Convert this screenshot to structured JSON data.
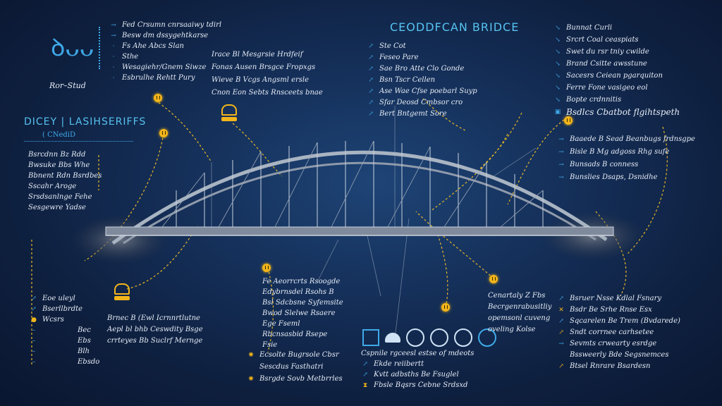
{
  "logo": {
    "glyphs": "ꝺᴗᴗ",
    "subtitle": "Ror–Stud"
  },
  "title": "CEODDFCAN BRIDCE",
  "section_heading": {
    "title": "DICEY | LASIHSERIFFS",
    "tag": "( CNediD"
  },
  "top_left_list": [
    "Fed  Crsumn cnrsaaiwy tdirl",
    "Besw dm dssygehtkarse",
    "Fs Ahe Abcs Slan",
    "Sthe",
    "Wesagiehr/Gnem Siwze",
    "Esbrulhe Rehtt Pury"
  ],
  "upper_mid_list": [
    "Irace Bl   Mesgrsie Hrdfeif",
    "Fonas Ausen  Brsgce Fropxgs",
    "Wieve B   Vcgs Angsml ersle",
    "Cnon Eon Sebts Rnsceets bnae"
  ],
  "top_center_list": [
    "Ste Cot",
    "Feseo  Pare",
    "Sae Bro  Atte Clo Gonde",
    "Bsn  Tscr Cellen",
    "Ase  Wae Cfse poebarl Suyp",
    "Sfar  Deosd Cmbsor cro",
    "Bert  Bntgemt Sore"
  ],
  "top_right_list": [
    "Bunnat  Curli",
    "Srcrt  Coal ceaspiats",
    "Swet  du rsr tniy cwilde",
    "Brand  Csitte awsstune",
    "Sacesrs  Ceiean pgarquiton",
    "Ferre  Fone vasigeo eol",
    "Bopte  crdnnitis",
    "Bsdlcs  Cbatbot flgihtspeth"
  ],
  "right_mid_list": [
    "Baaede B  Sead Beanbugs frdnsgpe",
    "Bisle B   Mg adgoss Rhg sufe",
    "Bunsads B  conness",
    "Bunslies  Dsaps, Dsnidhe"
  ],
  "left_mid_list": [
    "Bsrcdnn Bz  Rdd",
    "Bwsuke Bbs  Whe",
    "Bbnent Rdn  Bsrdbes",
    "Sscahr Aroge",
    "Srsdsanlnge Fehe",
    "Sesgewre Yadse"
  ],
  "left_bottom_list": [
    "Eoe  uleyl",
    "Bserllbrdte",
    "Wcsrs",
    "Bec",
    "Ebs",
    "Blh",
    "Ebsdo"
  ],
  "bottom_left_center": [
    "Brnec B  (Ewl Icrnnrtlutne",
    "Aepl bl  bhb  Ceswdity Bsge",
    "crrteyes  Bb  Suclrf Mernge"
  ],
  "bottom_center_list": [
    "Fe Aeorrcrts  Rsoogde",
    "Edybrnsdel  Rsohs B",
    "Bsl Sdcbsne  Syfemsite",
    "Bwod Slelwe  Rsaere",
    "Ege Fseml",
    "Rbcnsasbid Rsepe",
    "Fsie"
  ],
  "bottom_center2_list": [
    "Ecsolte Bugrsole Cbsr",
    "Sescdus Fasthatri",
    "Bsrgde  Sovb Metbrrles"
  ],
  "bottom_mid_list": [
    "Cspnile   rgceesl estse of mdeots",
    "Ekde reiibertt",
    "Kvtt adbsths Be Fsuglel",
    "Fbsle Bqsrs Cebne Srdsxd"
  ],
  "right_center_list": [
    "Cenartaly Z  Fbs",
    "Becrgenrabusitliy",
    "opemsonl cuveng",
    "oveling Kolse"
  ],
  "bottom_right_list": [
    "Bsruer  Nsse Kdlal Fsnary",
    "Bsdr Be  Srhe Rnse Esx",
    "Sqcarelen Be  Trem  (Bvdarede)",
    "Sndt  corrnee carhsetee",
    "Sevmts  crwearty esrdge",
    "Bssweerly Bde Segsnemces",
    "Btsel   Rnrare Bsardesn"
  ],
  "colors": {
    "accent_blue": "#3fa9e8",
    "accent_yellow": "#f2b51a",
    "text": "#e6ecf5",
    "bg": "#0e1f3e",
    "bridge": "#a9b4c2"
  }
}
